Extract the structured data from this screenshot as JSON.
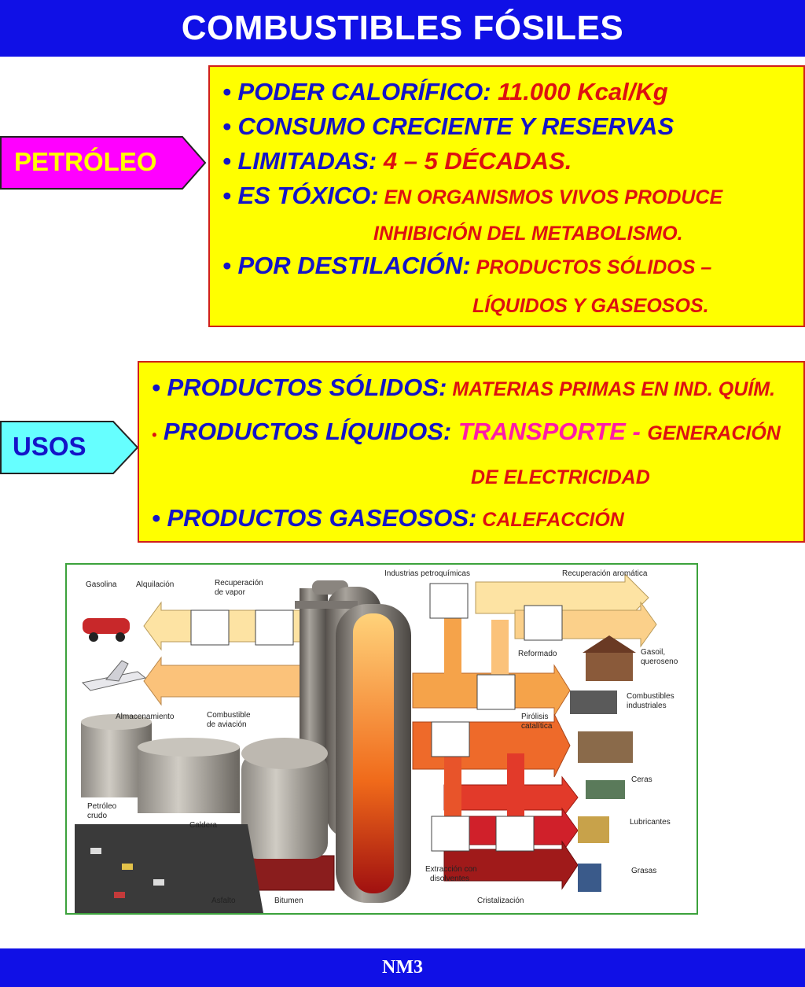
{
  "header": {
    "title": "COMBUSTIBLES FÓSILES"
  },
  "petroleo": {
    "tag": "PETRÓLEO",
    "lines": [
      {
        "label": "• PODER CALORÍFICO:",
        "value": " 11.000 Kcal/Kg"
      },
      {
        "label": "• CONSUMO CRECIENTE Y RESERVAS"
      },
      {
        "label": "•  LIMITADAS:",
        "value": "  4 – 5 DÉCADAS."
      },
      {
        "label": "• ES TÓXICO:",
        "value": " EN ORGANISMOS VIVOS PRODUCE"
      },
      {
        "value": "INHIBICIÓN DEL METABOLISMO."
      },
      {
        "label": "• POR DESTILACIÓN:",
        "value": " PRODUCTOS SÓLIDOS –"
      },
      {
        "value": "LÍQUIDOS Y GASEOSOS."
      }
    ]
  },
  "usos": {
    "tag": "USOS",
    "lines": [
      {
        "label": "• PRODUCTOS SÓLIDOS:",
        "value": " MATERIAS PRIMAS EN  IND. QUÍM."
      },
      {
        "bullet": "•",
        "label": "  PRODUCTOS LÍQUIDOS:",
        "highlight": "  TRANSPORTE - ",
        "value": " GENERACIÓN"
      },
      {
        "value": "DE ELECTRICIDAD"
      },
      {
        "label": "• PRODUCTOS GASEOSOS:",
        "value": "    CALEFACCIÓN"
      }
    ]
  },
  "diagram": {
    "labels": {
      "gasolina": "Gasolina",
      "alquilacion": "Alquilación",
      "recuperacion_vapor_1": "Recuperación",
      "recuperacion_vapor_2": "de vapor",
      "petroquimicas": "Industrias petroquímicas",
      "aromatica": "Recuperación aromática",
      "reformado": "Reformado",
      "gasoil_1": "Gasoil,",
      "gasoil_2": "queroseno",
      "almacenamiento": "Almacenamiento",
      "aviacion_1": "Combustible",
      "aviacion_2": "de aviación",
      "pirolisis_1": "Pirólisis",
      "pirolisis_2": "catalítica",
      "industriales_1": "Combustibles",
      "industriales_2": "industriales",
      "ceras": "Ceras",
      "crudo_1": "Petróleo",
      "crudo_2": "crudo",
      "caldera": "Caldera",
      "lubricantes": "Lubricantes",
      "extraccion_1": "Extracción con",
      "extraccion_2": "disolventes",
      "grasas": "Grasas",
      "asfalto": "Asfalto",
      "bitumen": "Bitumen",
      "cristalizacion": "Cristalización"
    }
  },
  "footer": {
    "text": "NM3"
  }
}
